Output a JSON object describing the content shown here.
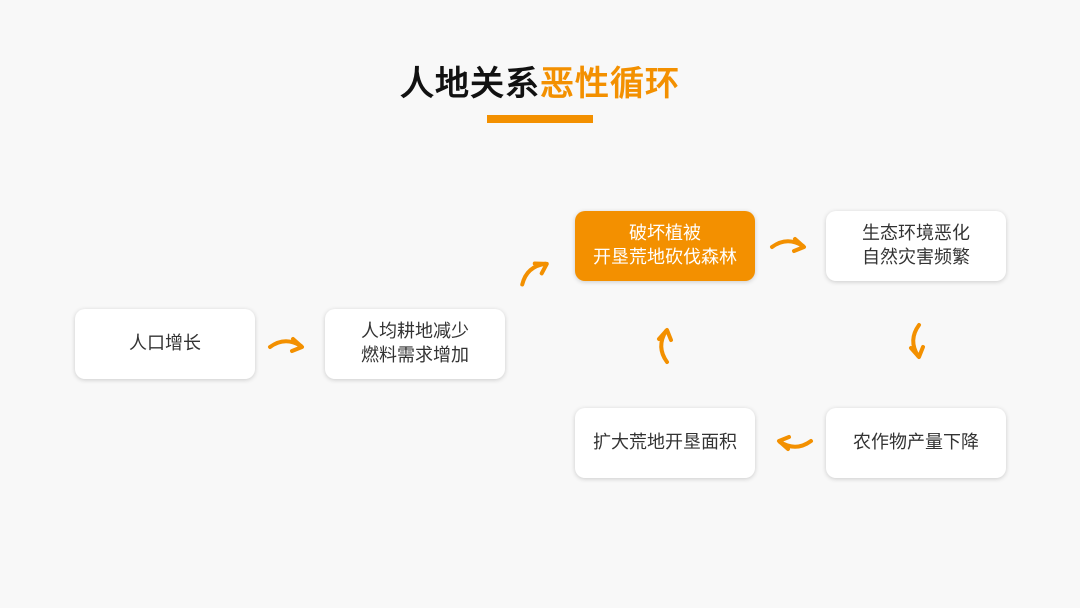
{
  "title": {
    "part1": "人地关系",
    "part2": "恶性循环"
  },
  "nodes": [
    {
      "lines": [
        "人口增长"
      ]
    },
    {
      "lines": [
        "人均耕地减少",
        "燃料需求增加"
      ]
    },
    {
      "lines": [
        "破坏植被",
        "开垦荒地砍伐森林"
      ]
    },
    {
      "lines": [
        "生态环境恶化",
        "自然灾害频繁"
      ]
    },
    {
      "lines": [
        "农作物产量下降"
      ]
    },
    {
      "lines": [
        "扩大荒地开垦面积"
      ]
    }
  ],
  "colors": {
    "accent": "#f39000",
    "text": "#333333"
  }
}
